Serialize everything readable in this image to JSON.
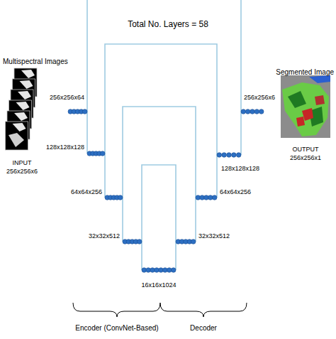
{
  "diagram": {
    "title": "Total No. Layers = 58",
    "nodes": [
      {
        "text": [
          "Multispectral Images",
          "INPUT",
          "256x256x6"
        ]
      },
      {
        "text": [
          "256x256x64"
        ]
      },
      {
        "text": [
          "128x128x128"
        ]
      },
      {
        "text": [
          "64x64x256"
        ]
      },
      {
        "text": [
          "32x32x512"
        ]
      },
      {
        "text": [
          "16x16x1024"
        ]
      },
      {
        "text": [
          "32x32x512"
        ]
      },
      {
        "text": [
          "64x64x256"
        ]
      },
      {
        "text": [
          "128x128x128"
        ]
      },
      {
        "text": [
          "256x256x6"
        ]
      },
      {
        "text": [
          "Segmented Image",
          "OUTPUT",
          "256x256x1"
        ]
      }
    ],
    "edges": [
      {
        "from": 1,
        "to": 2,
        "arrow": "none"
      },
      {
        "from": 2,
        "to": 3,
        "arrow": "none"
      },
      {
        "from": 3,
        "to": 4,
        "arrow": "none"
      },
      {
        "from": 4,
        "to": 5,
        "arrow": "none"
      },
      {
        "from": 5,
        "to": 6,
        "arrow": "none"
      },
      {
        "from": 6,
        "to": 7,
        "arrow": "none"
      },
      {
        "from": 7,
        "to": 8,
        "arrow": "none"
      },
      {
        "from": 8,
        "to": 9,
        "arrow": "none"
      },
      {
        "from": 1,
        "to": 9,
        "arrow": "none"
      },
      {
        "from": 2,
        "to": 8,
        "arrow": "none"
      },
      {
        "from": 3,
        "to": 7,
        "arrow": "none"
      },
      {
        "from": 4,
        "to": 6,
        "arrow": "none"
      }
    ],
    "labels": [
      "Encoder (ConvNet-Based)",
      "Decoder"
    ]
  }
}
